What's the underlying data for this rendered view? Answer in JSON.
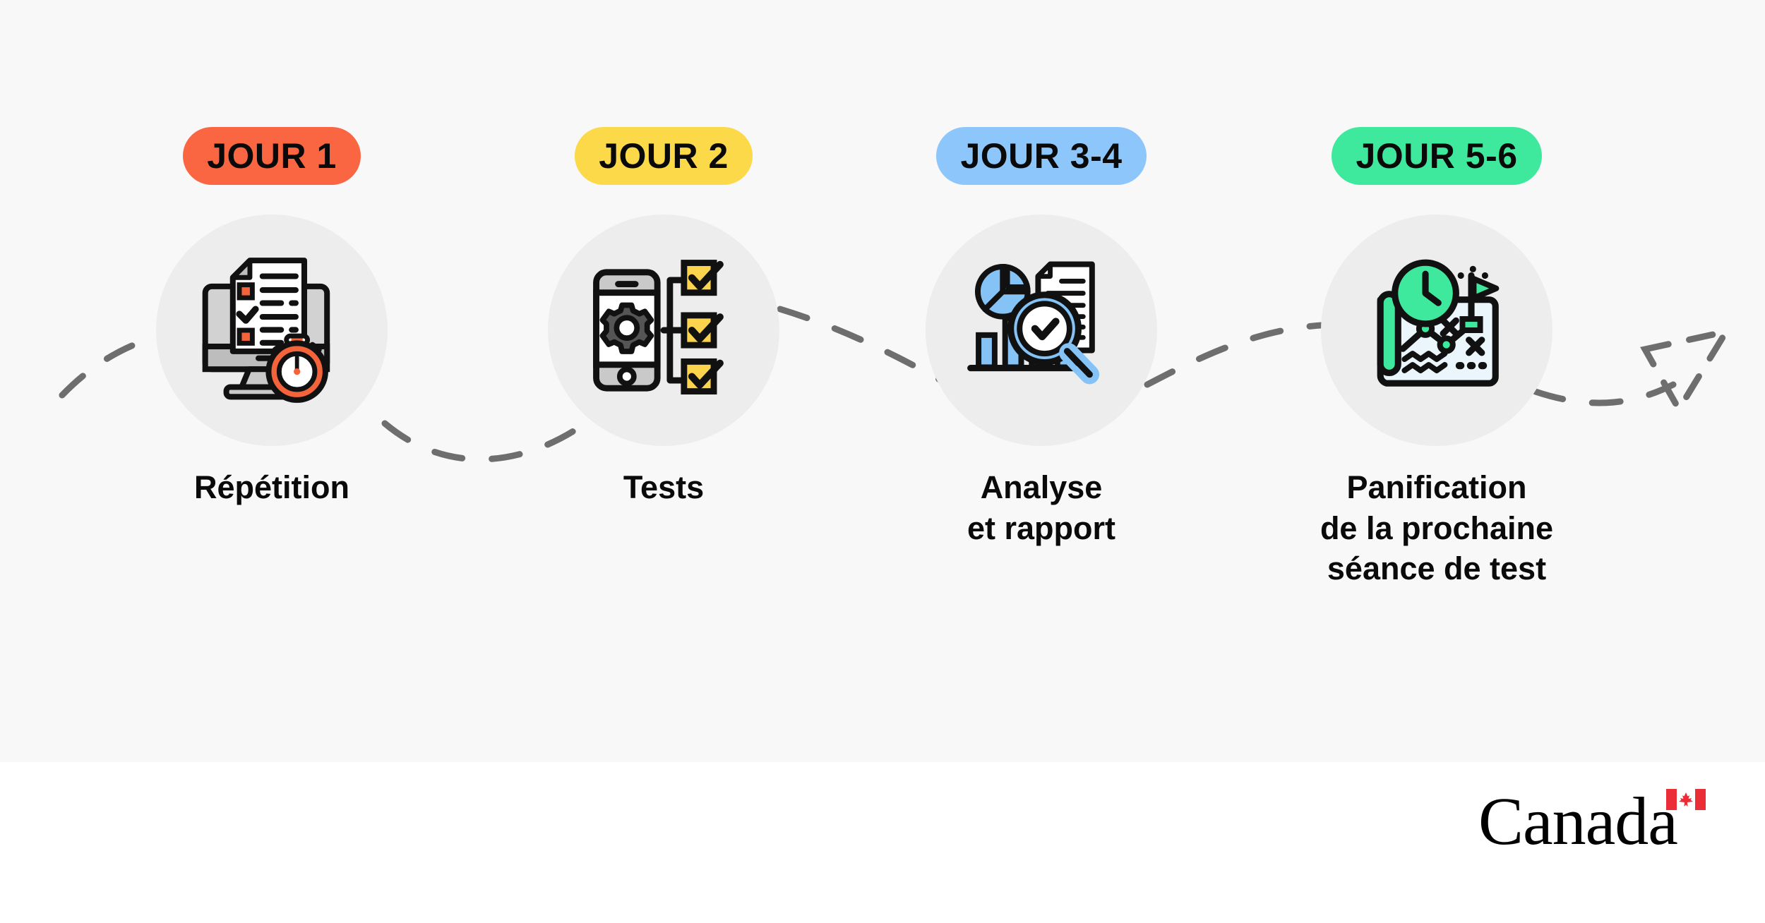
{
  "page": {
    "background": "#f8f8f8",
    "footer_background": "#ffffff",
    "circle_background": "#ededed",
    "connector_color": "#6e6e6e"
  },
  "steps": [
    {
      "badge_label": "JOUR 1",
      "badge_color": "#fa6542",
      "caption": "Répétition",
      "icon_name": "monitor-checklist-stopwatch-icon",
      "icon_accent": "#f4633a"
    },
    {
      "badge_label": "JOUR 2",
      "badge_color": "#fcd949",
      "caption": "Tests",
      "icon_name": "smartphone-gear-checklist-icon",
      "icon_accent": "#fcd34d"
    },
    {
      "badge_label": "JOUR 3-4",
      "badge_color": "#8cc6fb",
      "caption": "Analyse\net rapport",
      "icon_name": "charts-report-magnifier-icon",
      "icon_accent": "#85c3f7"
    },
    {
      "badge_label": "JOUR 5-6",
      "badge_color": "#3ee99e",
      "caption": "Panification\nde la prochaine\nséance de test",
      "icon_name": "blueprint-clock-flag-icon",
      "icon_accent": "#3ee99e"
    }
  ],
  "wordmark": {
    "text": "Canada",
    "flag_name": "canada-flag-icon",
    "flag_color": "#ea2d37"
  }
}
